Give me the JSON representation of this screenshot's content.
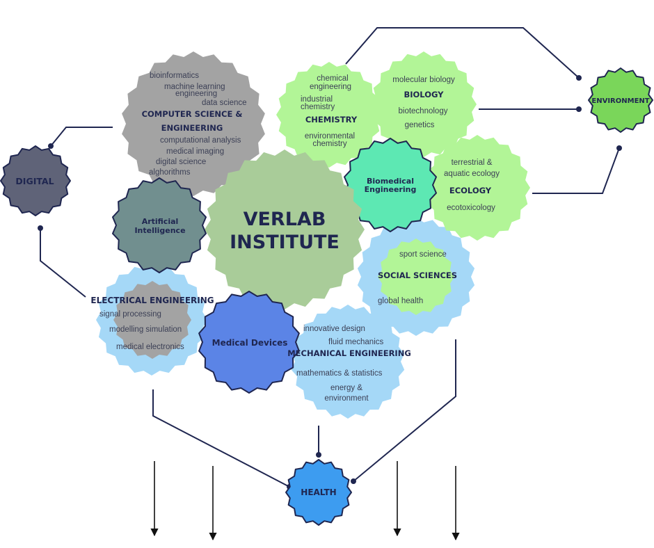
{
  "center": {
    "line1": "VERLAB",
    "line2": "INSTITUTE"
  },
  "hubs": {
    "digital": "DIGITAL",
    "environment": "ENVIRONMENT",
    "health": "HEALTH"
  },
  "computer_science": {
    "title1": "COMPUTER SCIENCE &",
    "title2": "ENGINEERING",
    "topics": [
      "bioinformatics",
      "machine learning",
      "engineering",
      "data science",
      "computational analysis",
      "medical imaging",
      "digital science",
      "alghorithms"
    ]
  },
  "artificial_intelligence": {
    "line1": "Artificial",
    "line2": "Intelligence"
  },
  "electrical_engineering": {
    "title": "ELECTRICAL ENGINEERING",
    "topics": [
      "signal processing",
      "modelling simulation",
      "medical electronics"
    ]
  },
  "medical_devices": {
    "title": "Medical Devices"
  },
  "mechanical_engineering": {
    "title": "MECHANICAL ENGINEERING",
    "topics": [
      "innovative design",
      "fluid mechanics",
      "mathematics & statistics",
      "energy &",
      "environment"
    ]
  },
  "social_sciences": {
    "title": "SOCIAL SCIENCES",
    "topics": [
      "sport science",
      "global health"
    ]
  },
  "chemistry": {
    "title": "CHEMISTRY",
    "topics": [
      "chemical",
      "engineering",
      "industrial",
      "chemistry",
      "environmental",
      "chemistry"
    ]
  },
  "biology": {
    "title": "BIOLOGY",
    "topics": [
      "molecular biology",
      "biotechnology",
      "genetics"
    ]
  },
  "biomedical_engineering": {
    "line1": "Biomedical",
    "line2": "Engineering"
  },
  "ecology": {
    "title": "ECOLOGY",
    "topics": [
      "terrestrial &",
      "aquatic ecology",
      "ecotoxicology"
    ]
  },
  "colors": {
    "line": "#1f2650",
    "center": "#a9cc99",
    "gray": "#a3a3a3",
    "digital": "#5f6378",
    "ai": "#718f8f",
    "light_blue": "#a5d8f7",
    "medical_devices": "#5b84e6",
    "health": "#3d9cf0",
    "light_green": "#b2f597",
    "biomedical": "#5de8b3",
    "environment": "#7ad65a"
  }
}
